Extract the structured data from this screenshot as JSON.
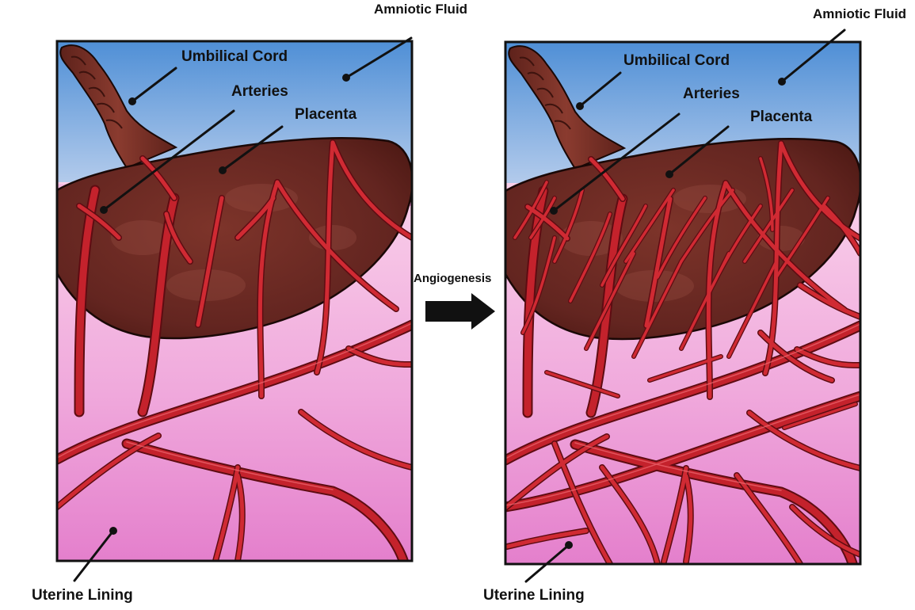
{
  "colors": {
    "amniotic_top": "#4f8fd6",
    "amniotic_bottom": "#b8cdea",
    "uterine_top": "#f7c6e6",
    "uterine_bottom": "#e47fcc",
    "placenta": "#6e2a22",
    "placenta_dark": "#4a1712",
    "cord": "#7a3328",
    "artery": "#c4222c",
    "artery_dark": "#6e0e14",
    "arrow": "#111111"
  },
  "process": {
    "label": "Angiogenesis",
    "arrow_icon": "right-arrow-icon"
  },
  "panels": [
    {
      "id": "before",
      "vessel_density": "sparse",
      "labels": {
        "amniotic_fluid": "Amniotic Fluid",
        "umbilical_cord": "Umbilical Cord",
        "arteries": "Arteries",
        "placenta": "Placenta",
        "uterine_lining": "Uterine Lining"
      }
    },
    {
      "id": "after",
      "vessel_density": "dense",
      "labels": {
        "amniotic_fluid": "Amniotic Fluid",
        "umbilical_cord": "Umbilical Cord",
        "arteries": "Arteries",
        "placenta": "Placenta",
        "uterine_lining": "Uterine Lining"
      }
    }
  ]
}
